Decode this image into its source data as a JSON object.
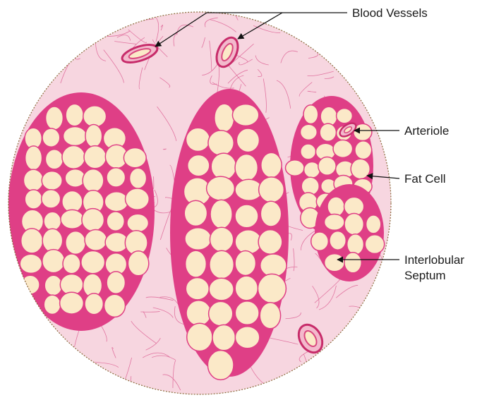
{
  "figure": {
    "labels": {
      "blood_vessels": "Blood Vessels",
      "arteriole": "Arteriole",
      "fat_cell": "Fat Cell",
      "interlobular_septum_line1": "Interlobular",
      "interlobular_septum_line2": "Septum"
    },
    "colors": {
      "background": "#ffffff",
      "tissue_base": "#f4c9d6",
      "connective_tissue": "#d9477f",
      "cell_membrane": "#df3f86",
      "fat_cell_fill": "#fbe9c8",
      "vessel_wall": "#c72c6a",
      "outline": "#8a6a3a",
      "leader_line": "#111111"
    },
    "icons": [
      "arrow-head-icon"
    ]
  }
}
